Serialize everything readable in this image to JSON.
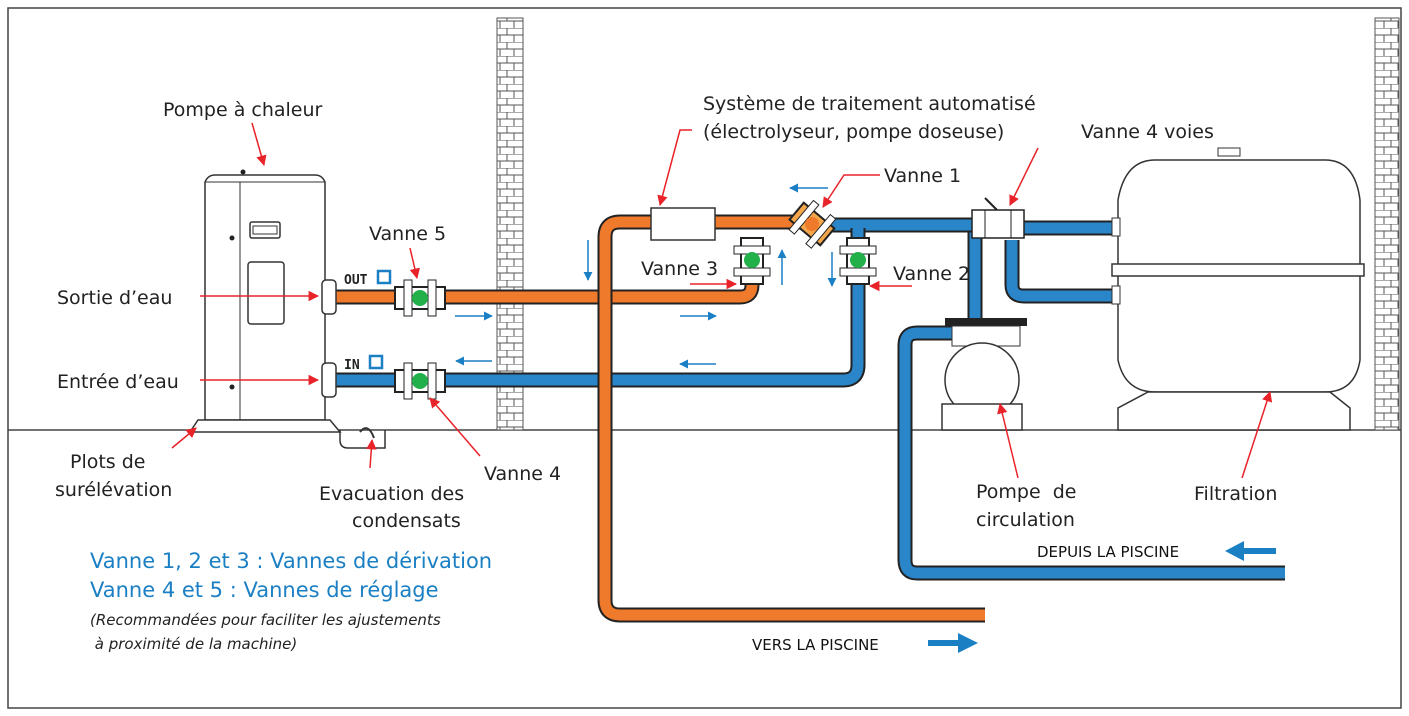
{
  "labels": {
    "heat_pump": "Pompe à chaleur",
    "treatment_line1": "Système de traitement automatisé",
    "treatment_line2": "(électrolyseur, pompe doseuse)",
    "valve_4way": "Vanne 4 voies",
    "valve1": "Vanne 1",
    "valve2": "Vanne 2",
    "valve3": "Vanne 3",
    "valve4": "Vanne 4",
    "valve5": "Vanne 5",
    "water_out": "Sortie d’eau",
    "water_in": "Entrée d’eau",
    "out_tag": "OUT",
    "in_tag": "IN",
    "feet_line1": "Plots de",
    "feet_line2": "surélévation",
    "condensate_line1": "Evacuation des",
    "condensate_line2": "condensats",
    "circ_pump_line1": "Pompe  de",
    "circ_pump_line2": "circulation",
    "filtration": "Filtration",
    "from_pool": "DEPUIS LA PISCINE",
    "to_pool": "VERS LA PISCINE"
  },
  "legend": {
    "line1": "Vanne 1, 2 et 3 : Vannes de dérivation",
    "line2": "Vanne 4 et 5 : Vannes de réglage",
    "note1": "(Recommandées pour faciliter les ajustements",
    "note2": " à proximité de la machine)"
  },
  "colors": {
    "hot_pipe": "#f07a2c",
    "cold_pipe": "#2a86c9",
    "valve_ball": "#22b04b",
    "arrow_red": "#e8232a",
    "arrow_blue": "#1b7fc4",
    "valve1_body": "#f3a64a"
  }
}
